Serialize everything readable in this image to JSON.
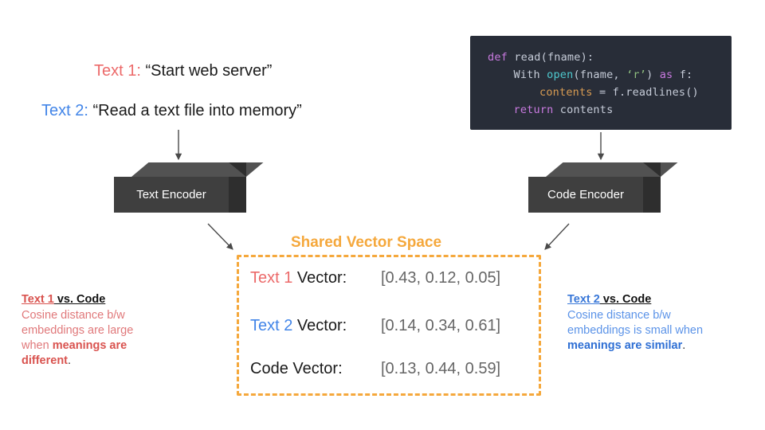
{
  "prompts": [
    {
      "label": "Text 1:",
      "color": "#EC6A6A",
      "quote": "“Start web server”"
    },
    {
      "label": "Text 2:",
      "color": "#4285E8",
      "quote": "“Read a text file into memory”"
    }
  ],
  "code_block": {
    "language": "python",
    "background": "#282d38",
    "lines": [
      {
        "tokens": [
          {
            "t": "def ",
            "c": "keyword"
          },
          {
            "t": "read(fname):",
            "c": "plain"
          }
        ]
      },
      {
        "tokens": [
          {
            "t": "With ",
            "c": "plain"
          },
          {
            "t": "open",
            "c": "function"
          },
          {
            "t": "(fname, ",
            "c": "plain"
          },
          {
            "t": "‘r’",
            "c": "string"
          },
          {
            "t": ") ",
            "c": "plain"
          },
          {
            "t": "as",
            "c": "keyword"
          },
          {
            "t": " f:",
            "c": "plain"
          }
        ]
      },
      {
        "tokens": [
          {
            "t": "contents",
            "c": "variable"
          },
          {
            "t": " = f.readlines()",
            "c": "plain"
          }
        ]
      },
      {
        "tokens": [
          {
            "t": "return ",
            "c": "keyword"
          },
          {
            "t": "contents",
            "c": "plain"
          }
        ]
      }
    ],
    "line_0": "def read(fname):",
    "line_1": "With open(fname, ‘r’) as f:",
    "line_2": "contents = f.readlines()",
    "line_3": "return contents"
  },
  "encoders": [
    {
      "label": "Text Encoder",
      "id": "text-encoder"
    },
    {
      "label": "Code Encoder",
      "id": "code-encoder"
    }
  ],
  "shared_space": {
    "title": "Shared Vector Space",
    "title_color": "#F5A83C",
    "border_color": "#F5A83C",
    "rows": [
      {
        "name_prefix": "Text 1",
        "name_prefix_color": "#EC6A6A",
        "name_suffix": " Vector:",
        "value": "[0.43, 0.12, 0.05]"
      },
      {
        "name_prefix": "Text 2",
        "name_prefix_color": "#4285E8",
        "name_suffix": " Vector:",
        "value": "[0.14, 0.34, 0.61]"
      },
      {
        "name_prefix": "Code",
        "name_prefix_color": "#1a1a1a",
        "name_suffix": " Vector:",
        "value": "[0.13, 0.44, 0.59]"
      }
    ]
  },
  "notes": {
    "left": {
      "heading_highlight": "Text 1",
      "heading_rest": " vs. Code",
      "body_pre": "Cosine distance b/w embeddings are large when ",
      "body_bold": "meanings are different",
      "body_post": ".",
      "color": "#E0787A"
    },
    "right": {
      "heading_highlight": "Text 2",
      "heading_rest": " vs. Code",
      "body_pre": "Cosine distance b/w embeddings is small when ",
      "body_bold": "meanings are similar",
      "body_post": ".",
      "color": "#5B93E8"
    }
  },
  "arrows": [
    {
      "name": "text-to-text-encoder",
      "direction": "down"
    },
    {
      "name": "code-to-code-encoder",
      "direction": "down"
    },
    {
      "name": "text-encoder-to-vector-space",
      "direction": "down-right"
    },
    {
      "name": "code-encoder-to-vector-space",
      "direction": "down-left"
    }
  ]
}
